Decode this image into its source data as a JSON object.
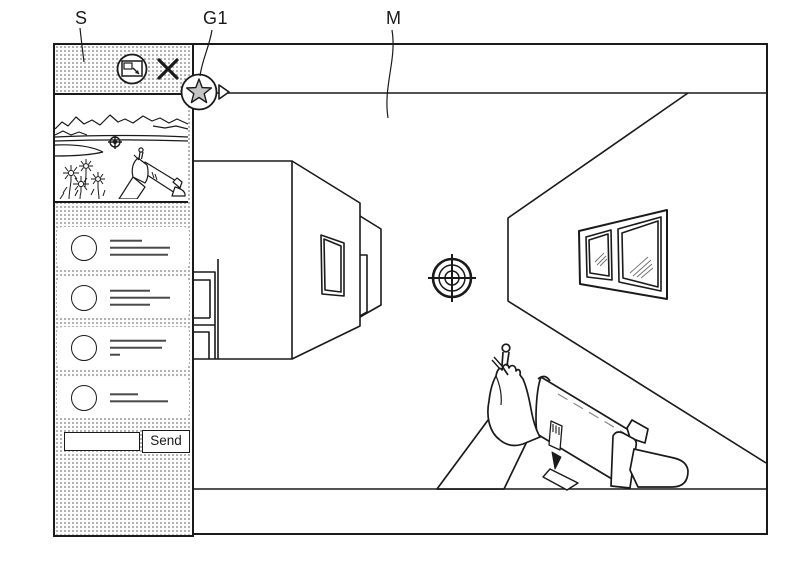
{
  "palette": {
    "ink": "#1a1a1a",
    "star_fill": "#c4c4c4",
    "shine_gray": "#8a8a8a",
    "stipple_dot": "#8f8f8f"
  },
  "annotations": {
    "sidebar_label": "S",
    "badge_label": "G1",
    "main_label": "M"
  },
  "sidebar": {
    "header": {
      "icons": [
        "image-icon",
        "close-icon"
      ]
    },
    "thumbnail": {
      "scene_icons": [
        "mountains",
        "lake",
        "target-icon",
        "flowers",
        "rifle",
        "hand"
      ]
    },
    "chat_items": [
      {
        "lines": [
          32,
          60,
          58
        ]
      },
      {
        "lines": [
          40,
          60,
          40
        ]
      },
      {
        "lines": [
          56,
          52,
          10
        ]
      },
      {
        "lines": [
          28,
          58
        ]
      }
    ],
    "composer": {
      "input_value": "",
      "send_label": "Send"
    }
  },
  "badge": {
    "icons": [
      "star-icon",
      "play-icon"
    ]
  },
  "main": {
    "scene_icons": [
      "building",
      "door",
      "side-window",
      "wall-window",
      "crosshair-icon",
      "rifle",
      "hand"
    ]
  }
}
